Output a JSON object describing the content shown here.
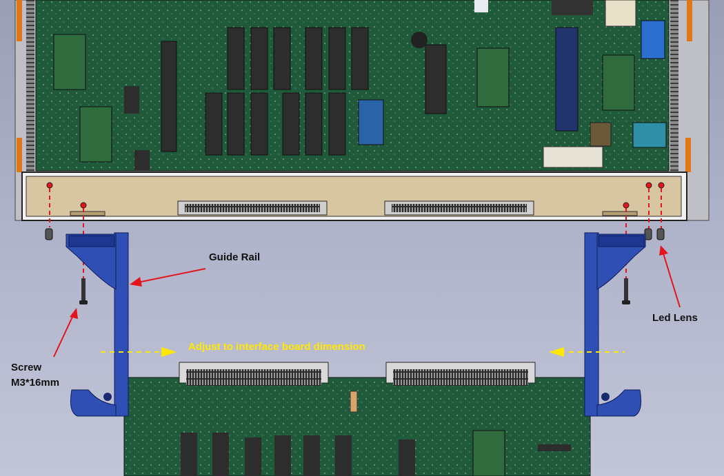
{
  "labels": {
    "guide_rail": "Guide Rail",
    "led_lens": "Led Lens",
    "screw_line1": "Screw",
    "screw_line2": "M3*16mm",
    "adjust": "Adjust to interface board dimension"
  },
  "colors": {
    "background_top": "#9a9eb4",
    "background_bottom": "#c3c6d8",
    "pcb_green": "#1f5a3a",
    "panel_tan": "#d8c5a2",
    "guide_rail_blue": "#2f4fb4",
    "callout_red": "#e3141c",
    "adjust_arrow_yellow": "#ffe800"
  }
}
